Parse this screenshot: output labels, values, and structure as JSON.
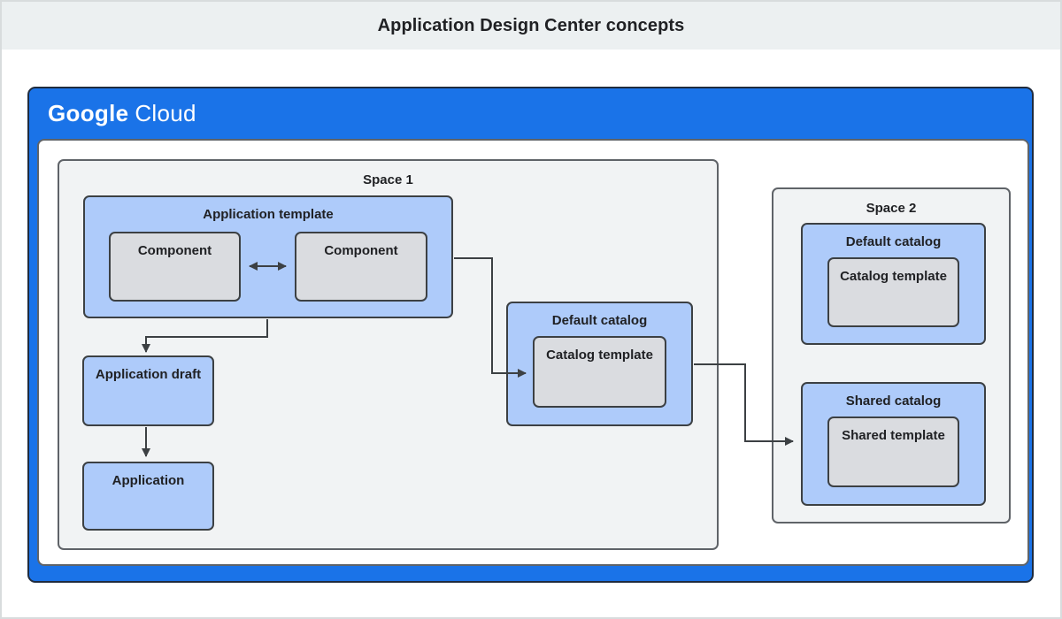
{
  "banner": {
    "title": "Application Design Center concepts"
  },
  "header": {
    "brand_primary": "Google",
    "brand_secondary": "Cloud"
  },
  "spaces": {
    "space1": {
      "label": "Space 1",
      "application_template": {
        "label": "Application template",
        "component_left": "Component",
        "component_right": "Component"
      },
      "application_draft": {
        "label": "Application draft"
      },
      "application": {
        "label": "Application"
      }
    },
    "space2": {
      "label": "Space 2",
      "default_catalog": {
        "label": "Default catalog",
        "catalog_template": "Catalog template"
      },
      "shared_catalog": {
        "label": "Shared catalog",
        "shared_template": "Shared template"
      }
    }
  },
  "catalogs": {
    "default_catalog": {
      "label": "Default catalog",
      "catalog_template": "Catalog template"
    }
  },
  "colors": {
    "brand_blue": "#1a73e8",
    "light_blue_box": "#aecbfa",
    "gray_box": "#dadce0",
    "space_background": "#f1f3f4",
    "banner_background": "#ecf0f1",
    "box_border": "#3c4043",
    "connector": "#3c4043",
    "text": "#202124"
  }
}
